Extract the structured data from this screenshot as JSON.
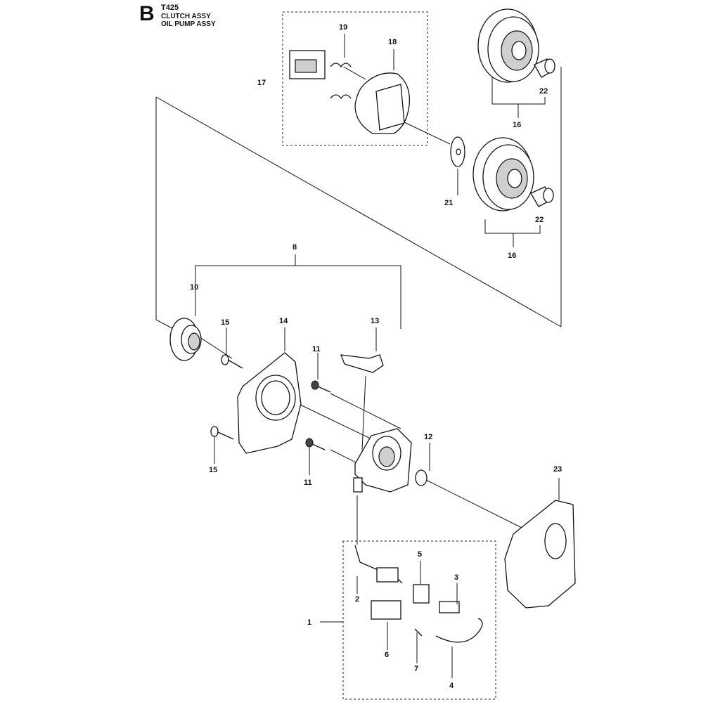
{
  "header": {
    "section_letter": "B",
    "model": "T425",
    "line1": "CLUTCH ASSY",
    "line2": "OIL PUMP ASSY"
  },
  "callouts": [
    "1",
    "2",
    "3",
    "4",
    "5",
    "6",
    "7",
    "8",
    "10",
    "11",
    "11",
    "12",
    "13",
    "14",
    "15",
    "15",
    "16",
    "16",
    "17",
    "18",
    "19",
    "21",
    "22",
    "22",
    "23"
  ]
}
